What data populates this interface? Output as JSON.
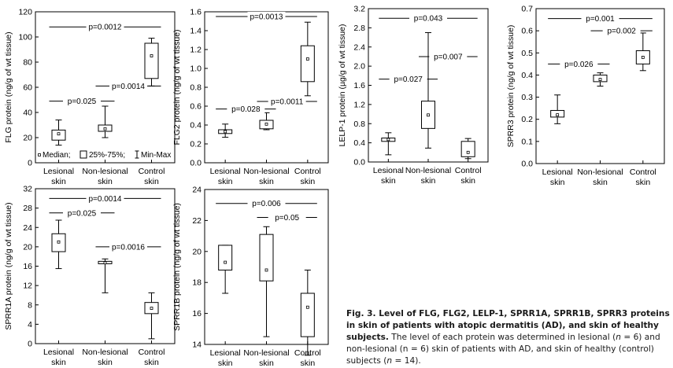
{
  "chart_data": [
    {
      "type": "box",
      "ylabel": "FLG protein (ng/g of wt tissue)",
      "ylim": [
        0,
        120
      ],
      "yticks": [
        0,
        20,
        40,
        60,
        80,
        100,
        120
      ],
      "categories": [
        "Lesional\nskin",
        "Non-lesional\nskin",
        "Control\nskin"
      ],
      "boxes": [
        {
          "median": 23,
          "q1": 18,
          "q3": 26,
          "min": 14,
          "max": 34
        },
        {
          "median": 27,
          "q1": 25,
          "q3": 30,
          "min": 20,
          "max": 45
        },
        {
          "median": 85,
          "q1": 67,
          "q3": 95,
          "min": 61,
          "max": 99
        }
      ],
      "comparisons": [
        {
          "a": 0,
          "b": 2,
          "y": 108,
          "label": "p=0.0012"
        },
        {
          "a": 0,
          "b": 1,
          "y": 49,
          "label": "p=0.025"
        },
        {
          "a": 1,
          "b": 2,
          "y": 61,
          "label": "p=0.0014"
        }
      ],
      "legend": [
        "Median;",
        "25%-75%;",
        "Min-Max"
      ]
    },
    {
      "type": "box",
      "ylabel": "FLG2 protein (ng/g of wt tissue)",
      "ylim": [
        0,
        1.6
      ],
      "yticks": [
        0,
        0.2,
        0.4,
        0.6,
        0.8,
        1.0,
        1.2,
        1.4,
        1.6
      ],
      "categories": [
        "Lesional\nskin",
        "Non-lesional\nskin",
        "Control\nskin"
      ],
      "boxes": [
        {
          "median": 0.33,
          "q1": 0.31,
          "q3": 0.35,
          "min": 0.27,
          "max": 0.41
        },
        {
          "median": 0.41,
          "q1": 0.36,
          "q3": 0.45,
          "min": 0.35,
          "max": 0.53
        },
        {
          "median": 1.1,
          "q1": 0.86,
          "q3": 1.24,
          "min": 0.71,
          "max": 1.49
        }
      ],
      "comparisons": [
        {
          "a": 0,
          "b": 2,
          "y": 1.55,
          "label": "p=0.0013"
        },
        {
          "a": 0,
          "b": 1,
          "y": 0.57,
          "label": "p=0.028"
        },
        {
          "a": 1,
          "b": 2,
          "y": 0.65,
          "label": "p=0.0011"
        }
      ]
    },
    {
      "type": "box",
      "ylabel": "LELP-1 protein (µg/g of wt tissue)",
      "ylim": [
        0,
        3.2
      ],
      "yticks": [
        0,
        0.4,
        0.8,
        1.2,
        1.6,
        2.0,
        2.4,
        2.8,
        3.2
      ],
      "categories": [
        "Lesional\nskin",
        "Non-lesional\nskin",
        "Control\nskin"
      ],
      "boxes": [
        {
          "median": 0.47,
          "q1": 0.43,
          "q3": 0.5,
          "min": 0.15,
          "max": 0.61
        },
        {
          "median": 0.98,
          "q1": 0.7,
          "q3": 1.27,
          "min": 0.29,
          "max": 2.7
        },
        {
          "median": 0.2,
          "q1": 0.11,
          "q3": 0.43,
          "min": 0.07,
          "max": 0.49
        }
      ],
      "comparisons": [
        {
          "a": 0,
          "b": 2,
          "y": 3.0,
          "label": "p=0.043"
        },
        {
          "a": 0,
          "b": 1,
          "y": 1.73,
          "label": "p=0.027"
        },
        {
          "a": 1,
          "b": 2,
          "y": 2.2,
          "label": "p=0.007"
        }
      ]
    },
    {
      "type": "box",
      "ylabel": "SPRR3 protein (ng/g of wt tissue)",
      "ylim": [
        0,
        0.7
      ],
      "yticks": [
        0,
        0.1,
        0.2,
        0.3,
        0.4,
        0.5,
        0.6,
        0.7
      ],
      "categories": [
        "Lesional\nskin",
        "Non-lesional\nskin",
        "Control\nskin"
      ],
      "boxes": [
        {
          "median": 0.22,
          "q1": 0.21,
          "q3": 0.24,
          "min": 0.18,
          "max": 0.31
        },
        {
          "median": 0.38,
          "q1": 0.37,
          "q3": 0.4,
          "min": 0.35,
          "max": 0.41
        },
        {
          "median": 0.48,
          "q1": 0.45,
          "q3": 0.51,
          "min": 0.42,
          "max": 0.59
        }
      ],
      "comparisons": [
        {
          "a": 0,
          "b": 2,
          "y": 0.655,
          "label": "p=0.001"
        },
        {
          "a": 0,
          "b": 1,
          "y": 0.45,
          "label": "p=0.026"
        },
        {
          "a": 1,
          "b": 2,
          "y": 0.6,
          "label": "p=0.002"
        }
      ]
    },
    {
      "type": "box",
      "ylabel": "SPRR1A protein (ng/g of wt tissue)",
      "ylim": [
        0,
        32
      ],
      "yticks": [
        0,
        4,
        8,
        12,
        16,
        20,
        24,
        28,
        32
      ],
      "categories": [
        "Lesional\nskin",
        "Non-lesional\nskin",
        "Control\nskin"
      ],
      "boxes": [
        {
          "median": 21,
          "q1": 19,
          "q3": 22.7,
          "min": 15.5,
          "max": 25.5
        },
        {
          "median": 16.7,
          "q1": 16.5,
          "q3": 17,
          "min": 10.5,
          "max": 17.5
        },
        {
          "median": 7.3,
          "q1": 6.2,
          "q3": 8.5,
          "min": 1,
          "max": 10.5
        }
      ],
      "comparisons": [
        {
          "a": 0,
          "b": 2,
          "y": 30,
          "label": "p=0.0014"
        },
        {
          "a": 0,
          "b": 1,
          "y": 27,
          "label": "p=0.025"
        },
        {
          "a": 1,
          "b": 2,
          "y": 20,
          "label": "p=0.0016"
        }
      ]
    },
    {
      "type": "box",
      "ylabel": "SPRR1B protein (ng/g of wt tissue)",
      "ylim": [
        14,
        24
      ],
      "yticks": [
        14,
        16,
        18,
        20,
        22,
        24
      ],
      "categories": [
        "Lesional\nskin",
        "Non-lesional\nskin",
        "Control\nskin"
      ],
      "boxes": [
        {
          "median": 19.3,
          "q1": 18.8,
          "q3": 20.4,
          "min": 17.3,
          "max": 20.4
        },
        {
          "median": 18.8,
          "q1": 18.1,
          "q3": 21.1,
          "min": 14.5,
          "max": 21.6
        },
        {
          "median": 16.4,
          "q1": 14.5,
          "q3": 17.3,
          "min": 13.3,
          "max": 18.8
        }
      ],
      "comparisons": [
        {
          "a": 0,
          "b": 2,
          "y": 23.1,
          "label": "p=0.006"
        },
        {
          "a": 1,
          "b": 2,
          "y": 22.2,
          "label": "p=0.05"
        }
      ]
    }
  ],
  "caption": {
    "bold": "Fig. 3. Level of FLG, FLG2, LELP-1, SPRR1A, SPRR1B, SPRR3 proteins in skin of patients with atopic dermatitis (AD), and skin of healthy subjects.",
    "t1": " The level of each protein was determined in lesional (",
    "n1": "n",
    "t2": " = 6) and non-lesional (n = 6) skin of patients with AD, and skin of healthy (control) subjects (",
    "n2": "n",
    "t3": " = 14)."
  }
}
